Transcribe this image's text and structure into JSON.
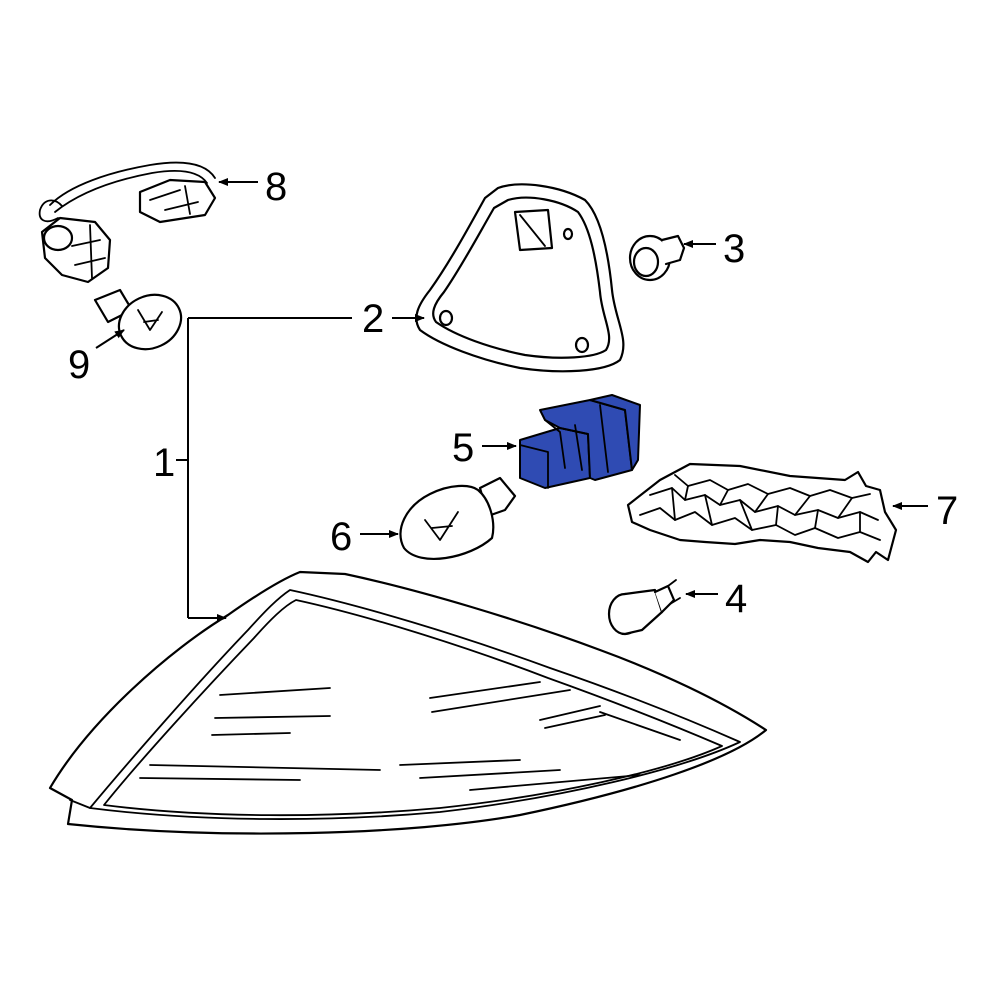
{
  "highlight_color": "#2F4BB3",
  "callouts": [
    {
      "id": "1",
      "label": "1"
    },
    {
      "id": "2",
      "label": "2"
    },
    {
      "id": "3",
      "label": "3"
    },
    {
      "id": "4",
      "label": "4"
    },
    {
      "id": "5",
      "label": "5"
    },
    {
      "id": "6",
      "label": "6"
    },
    {
      "id": "7",
      "label": "7"
    },
    {
      "id": "8",
      "label": "8"
    },
    {
      "id": "9",
      "label": "9"
    }
  ],
  "highlighted_part": "5"
}
